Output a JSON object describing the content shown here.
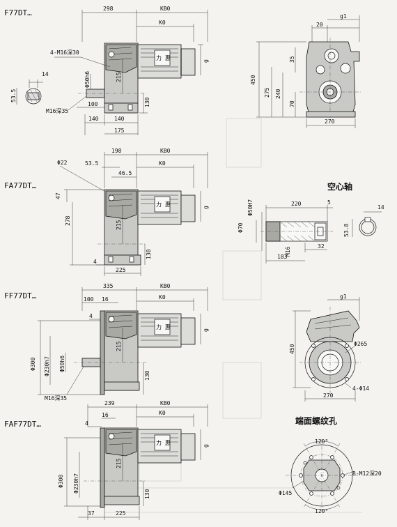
{
  "headings": {
    "f77": "F77DT…",
    "fa77": "FA77DT…",
    "ff77": "FF77DT…",
    "faf77": "FAF77DT…",
    "hollow_shaft": "空心轴",
    "end_thread": "端面螺纹孔"
  },
  "badge": "力  惠",
  "f77": {
    "d298": "298",
    "kb0": "KB0",
    "k0": "K0",
    "thread_top": "4-M16深30",
    "d14": "14",
    "d53_5": "53.5",
    "phi50": "Φ50h6",
    "d215": "215",
    "d100": "100",
    "m16": "M16深35",
    "d140a": "140",
    "d140b": "140",
    "d130": "130",
    "d175": "175",
    "g": "g"
  },
  "f77_side": {
    "d20": "20",
    "g1": "g1",
    "d450": "450",
    "d35": "35",
    "d275": "275",
    "d240": "240",
    "d70": "70",
    "d270": "270"
  },
  "fa77": {
    "d198": "198",
    "kb0": "KB0",
    "phi22": "Φ22",
    "d53_5": "53.5",
    "d46_5": "46.5",
    "k0": "K0",
    "d47": "47",
    "d278": "278",
    "d215": "215",
    "d130": "130",
    "d4": "4",
    "d225": "225",
    "g": "g"
  },
  "hollow": {
    "d220": "220",
    "d5": "5",
    "phi50h7": "Φ50H7",
    "phi70": "Φ70",
    "m16": "M16",
    "d32": "32",
    "d183": "183",
    "d14": "14",
    "d53_8": "53.8"
  },
  "ff77": {
    "d335": "335",
    "kb0": "KB0",
    "d100": "100",
    "d16": "16",
    "k0": "K0",
    "d4": "4",
    "d215": "215",
    "phi300": "Φ300",
    "phi230": "Φ230h7",
    "phi50": "Φ50h6",
    "m16": "M16深35",
    "d130": "130",
    "g": "g"
  },
  "ff77_side": {
    "g1": "g1",
    "d450": "450",
    "phi265": "Φ265",
    "d270": "270",
    "holes": "4-Φ14"
  },
  "faf77": {
    "d239": "239",
    "kb0": "KB0",
    "d16": "16",
    "k0": "K0",
    "d4": "4",
    "d215": "215",
    "phi300": "Φ300",
    "phi230": "Φ230h7",
    "d130": "130",
    "d37": "37",
    "d225": "225",
    "g": "g"
  },
  "end_face": {
    "a120top": "120°",
    "a120bot": "120°",
    "phi145": "Φ145",
    "thread": "8-M12深20"
  }
}
